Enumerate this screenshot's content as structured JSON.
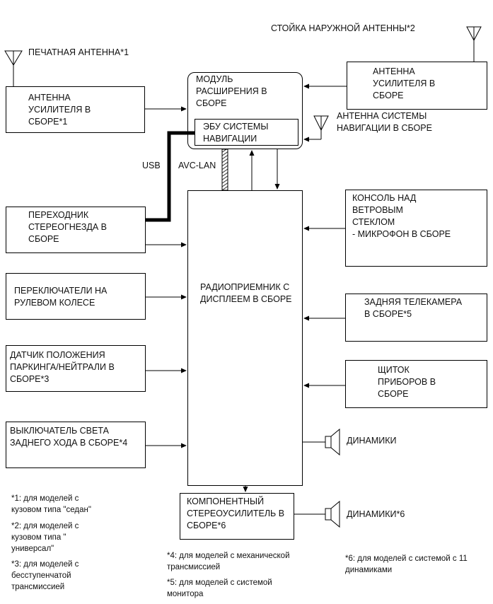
{
  "labels": {
    "printed_antenna": "ПЕЧАТНАЯ АНТЕННА*1",
    "outer_antenna_post": "СТОЙКА НАРУЖНОЙ АНТЕННЫ*2",
    "nav_antenna": "АНТЕННА СИСТЕМЫ\nНАВИГАЦИИ В СБОРЕ",
    "usb": "USB",
    "avc_lan": "AVC-LAN",
    "speakers": "ДИНАМИКИ",
    "speakers6": "ДИНАМИКИ*6"
  },
  "boxes": {
    "amp_antenna_left": "АНТЕННА\nУСИЛИТЕЛЯ В\nСБОРЕ*1",
    "amp_antenna_right": "АНТЕННА\nУСИЛИТЕЛЯ В\nСБОРЕ",
    "expansion_module": "МОДУЛЬ\nРАСШИРЕНИЯ В\nСБОРЕ",
    "nav_ecu": "ЭБУ СИСТЕМЫ\nНАВИГАЦИИ",
    "stereo_jack": "ПЕРЕХОДНИК\nСТЕРЕОГНЕЗДА В\nСБОРЕ",
    "steering_switches": "ПЕРЕКЛЮЧАТЕЛИ НА\nРУЛЕВОМ КОЛЕСЕ",
    "park_neutral": "ДАТЧИК ПОЛОЖЕНИЯ\nПАРКИНГА/НЕЙТРАЛИ В\nСБОРЕ*3",
    "reverse_light": "ВЫКЛЮЧАТЕЛЬ СВЕТА\nЗАДНЕГО ХОДА В СБОРЕ*4",
    "radio": "РАДИОПРИЕМНИК С\nДИСПЛЕЕМ В СБОРЕ",
    "console_mic": "КОНСОЛЬ НАД\nВЕТРОВЫМ\nСТЕКЛОМ\n- МИКРОФОН В СБОРЕ",
    "rear_camera": "ЗАДНЯЯ ТЕЛЕКАМЕРА\nВ СБОРЕ*5",
    "instrument_panel": "ЩИТОК\nПРИБОРОВ В\nСБОРЕ",
    "component_amp": "КОМПОНЕНТНЫЙ\nСТЕРЕОУСИЛИТЕЛЬ В\nСБОРЕ*6"
  },
  "notes": {
    "n1": "*1: для моделей с\nкузовом типа \"седан\"",
    "n2": "*2: для моделей с\nкузовом типа \"\nуниверсал\"",
    "n3": "*3: для моделей с\nбесступенчатой\nтрансмиссией",
    "n4": "*4: для моделей с механической\nтрансмиссией",
    "n5": "*5: для моделей с системой\nмонитора",
    "n6": "*6: для моделей с системой с 11\nдинамиками"
  }
}
